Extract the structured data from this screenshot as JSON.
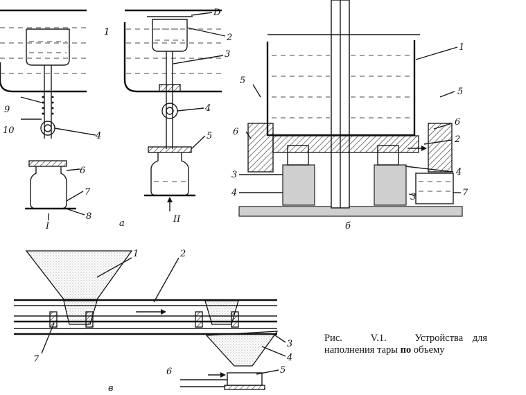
{
  "labels": {
    "a1": "1",
    "a9": "9",
    "a10": "10",
    "a4": "4",
    "a6": "6",
    "a7": "7",
    "a8": "8",
    "aI": "I",
    "b_D": "D",
    "b1": "1",
    "b2": "2",
    "b3": "3",
    "b4": "4",
    "b5": "5",
    "bII": "II",
    "sub_a": "а",
    "c1": "1",
    "c5L": "5",
    "c6L": "6",
    "c3L": "3",
    "c4L": "4",
    "c5R": "5",
    "c6R": "6",
    "c2R": "2",
    "c4R": "4",
    "c3b": "3",
    "c7": "7",
    "sub_b": "б",
    "d1": "1",
    "d2": "2",
    "d3": "3",
    "d4": "4",
    "d5": "5",
    "d6": "6",
    "d7": "7",
    "sub_v": "в"
  },
  "caption": {
    "prefix": "Рис.",
    "number": "V.1.",
    "text_start": "Устройства для наполнения тары",
    "text_bold": "по",
    "text_end": "объему"
  }
}
